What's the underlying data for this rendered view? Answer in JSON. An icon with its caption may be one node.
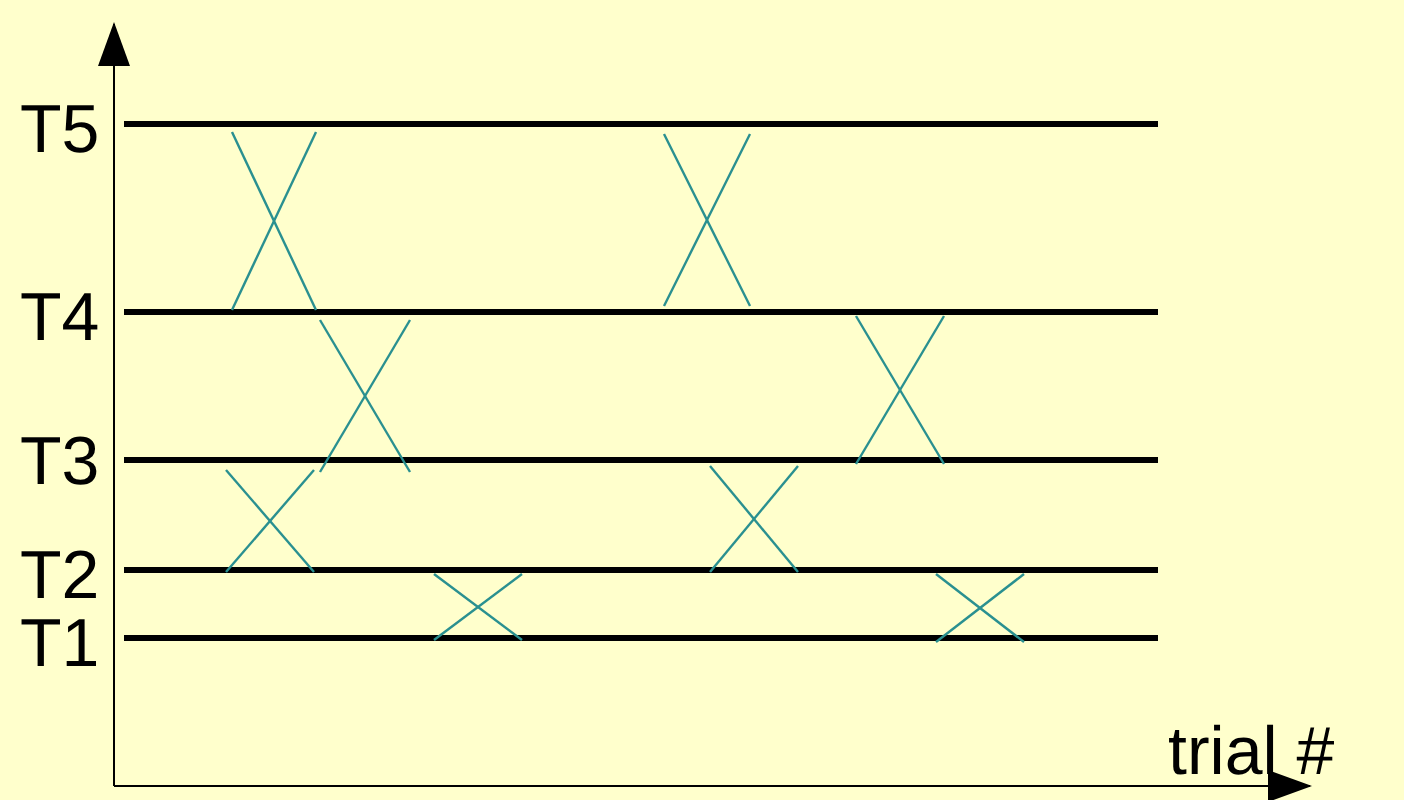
{
  "diagram": {
    "labels": [
      "T5",
      "T4",
      "T3",
      "T2",
      "T1",
      "trial #"
    ]
  }
}
